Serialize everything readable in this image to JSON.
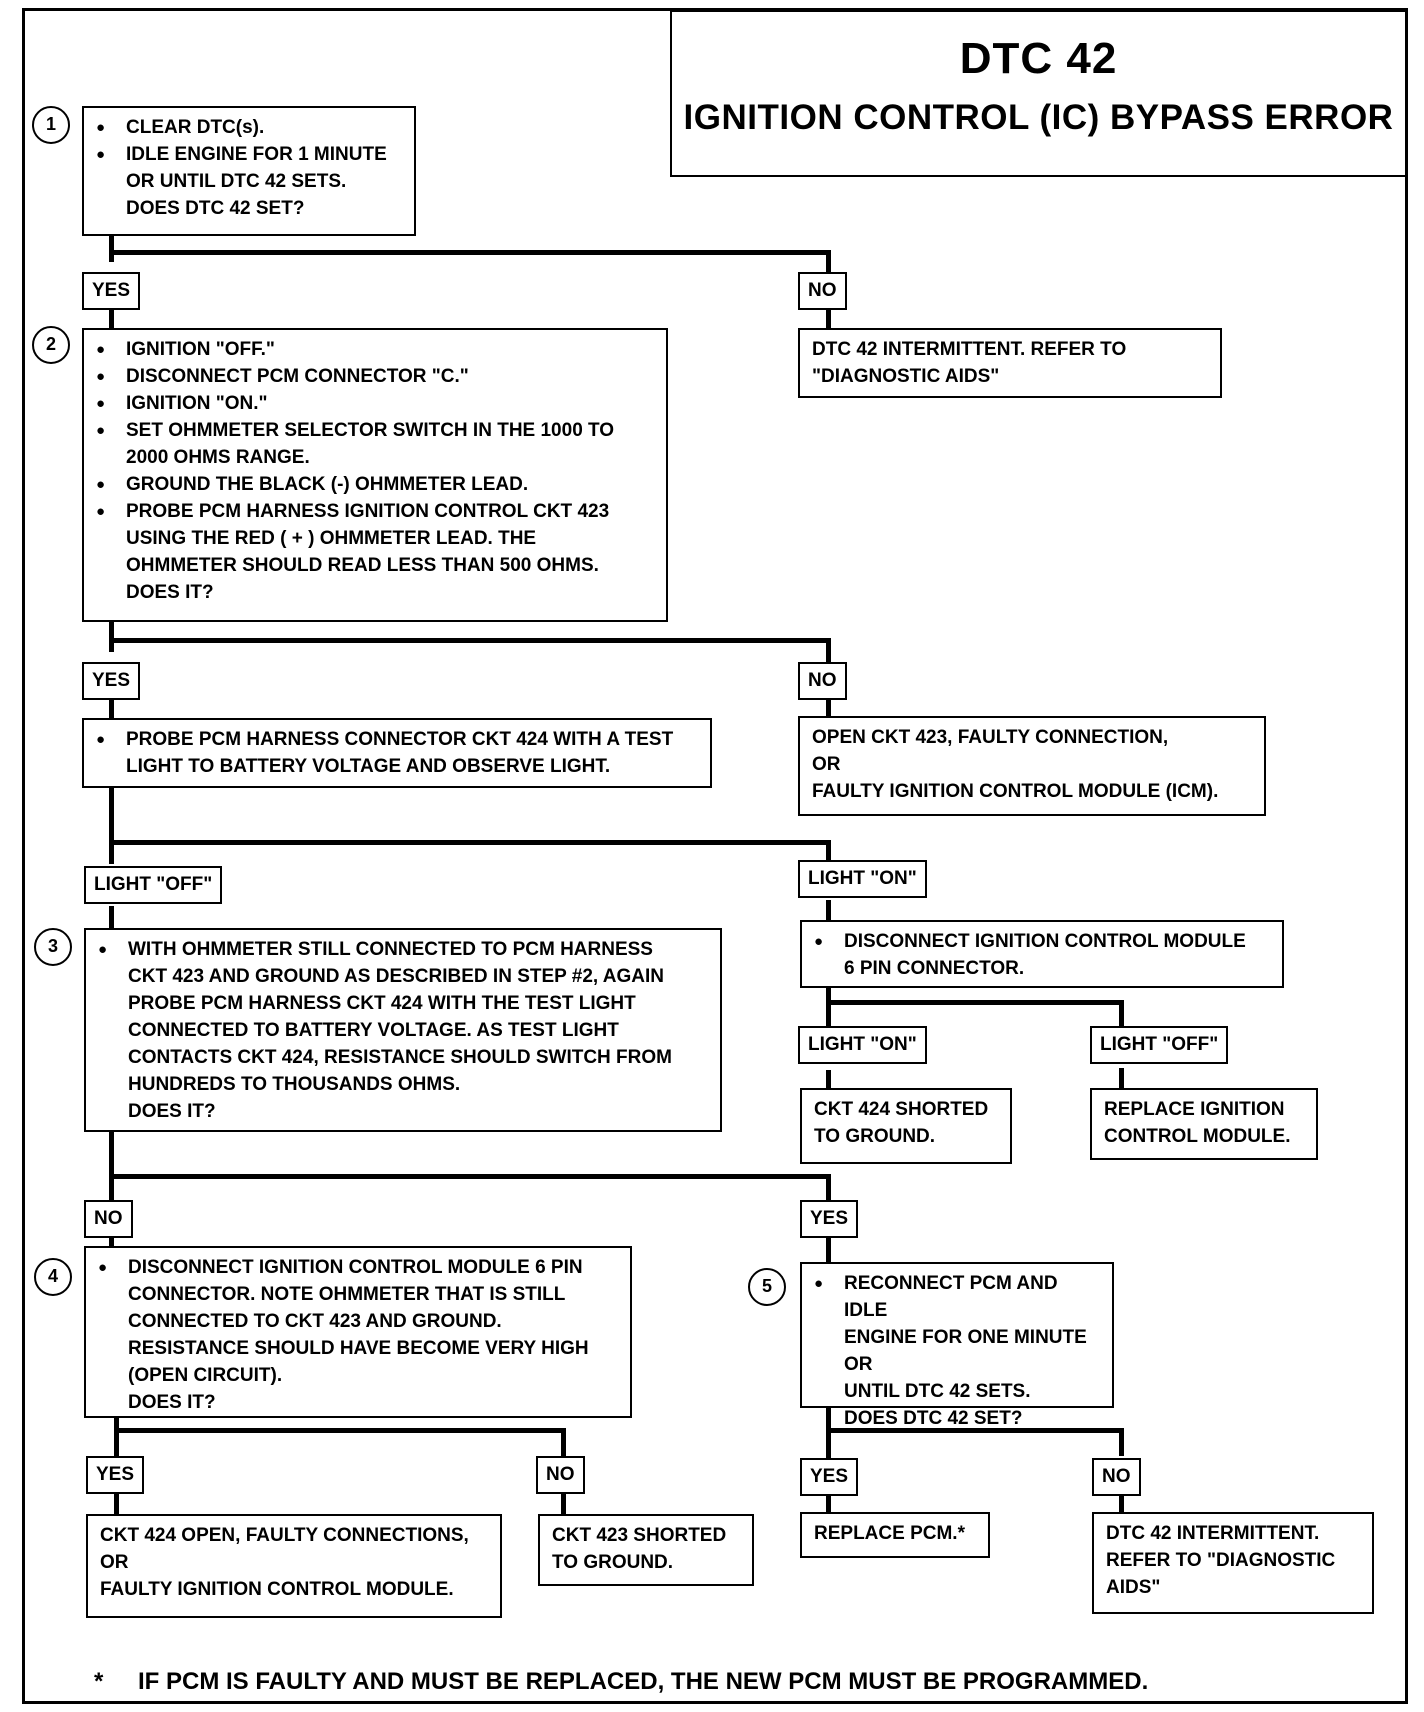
{
  "title": {
    "main": "DTC 42",
    "sub": "IGNITION CONTROL (IC) BYPASS ERROR"
  },
  "steps": {
    "s1": {
      "num": "1",
      "items": [
        "CLEAR DTC(s).",
        "IDLE ENGINE FOR 1 MINUTE\nOR UNTIL DTC 42 SETS.\nDOES DTC 42 SET?"
      ]
    },
    "s2": {
      "num": "2",
      "items": [
        "IGNITION \"OFF.\"",
        "DISCONNECT PCM CONNECTOR \"C.\"",
        "IGNITION \"ON.\"",
        "SET OHMMETER SELECTOR SWITCH IN THE 1000 TO\n2000 OHMS RANGE.",
        "GROUND THE BLACK (-) OHMMETER LEAD.",
        "PROBE PCM HARNESS IGNITION CONTROL CKT 423\nUSING THE RED ( + ) OHMMETER LEAD.  THE\nOHMMETER SHOULD READ LESS THAN 500 OHMS.\nDOES IT?"
      ]
    },
    "probe": {
      "items": [
        "PROBE PCM HARNESS CONNECTOR CKT 424 WITH A TEST\nLIGHT TO BATTERY VOLTAGE AND OBSERVE LIGHT."
      ]
    },
    "s3": {
      "num": "3",
      "items": [
        "WITH OHMMETER STILL CONNECTED TO PCM HARNESS\nCKT 423 AND GROUND AS DESCRIBED IN STEP #2, AGAIN\nPROBE PCM HARNESS CKT 424 WITH THE TEST LIGHT\nCONNECTED TO BATTERY VOLTAGE.  AS TEST LIGHT\nCONTACTS CKT 424, RESISTANCE SHOULD SWITCH FROM\nHUNDREDS TO THOUSANDS OHMS.\nDOES IT?"
      ]
    },
    "icm": {
      "items": [
        "DISCONNECT IGNITION CONTROL MODULE\n6 PIN CONNECTOR."
      ]
    },
    "s4": {
      "num": "4",
      "items": [
        "DISCONNECT IGNITION CONTROL MODULE 6 PIN\nCONNECTOR.  NOTE OHMMETER THAT IS STILL\nCONNECTED TO CKT 423 AND GROUND.\nRESISTANCE SHOULD HAVE BECOME VERY HIGH\n(OPEN CIRCUIT).\nDOES IT?"
      ]
    },
    "s5": {
      "num": "5",
      "items": [
        "RECONNECT PCM AND IDLE\nENGINE FOR ONE MINUTE\nOR\nUNTIL DTC 42 SETS.\nDOES DTC 42 SET?"
      ]
    }
  },
  "results": {
    "r_intermittent1": "DTC 42 INTERMITTENT.  REFER TO\n\"DIAGNOSTIC AIDS\"",
    "r_open423": "OPEN CKT 423, FAULTY CONNECTION,\nOR\nFAULTY IGNITION CONTROL MODULE (ICM).",
    "r_ckt424_short": "CKT 424  SHORTED\nTO GROUND.",
    "r_replace_icm": "REPLACE IGNITION\nCONTROL MODULE.",
    "r_ckt424_open": "CKT 424 OPEN, FAULTY CONNECTIONS,\nOR\nFAULTY IGNITION CONTROL MODULE.",
    "r_ckt423_short": "CKT 423  SHORTED\nTO GROUND.",
    "r_replace_pcm": "REPLACE PCM.*",
    "r_intermittent2": "DTC 42 INTERMITTENT.\nREFER TO \"DIAGNOSTIC\nAIDS\""
  },
  "labels": {
    "yes": "YES",
    "no": "NO",
    "light_off": "LIGHT \"OFF\"",
    "light_on": "LIGHT \"ON\""
  },
  "footnote": {
    "star": "*",
    "text": "IF PCM IS FAULTY AND MUST BE REPLACED, THE NEW PCM MUST BE PROGRAMMED."
  }
}
